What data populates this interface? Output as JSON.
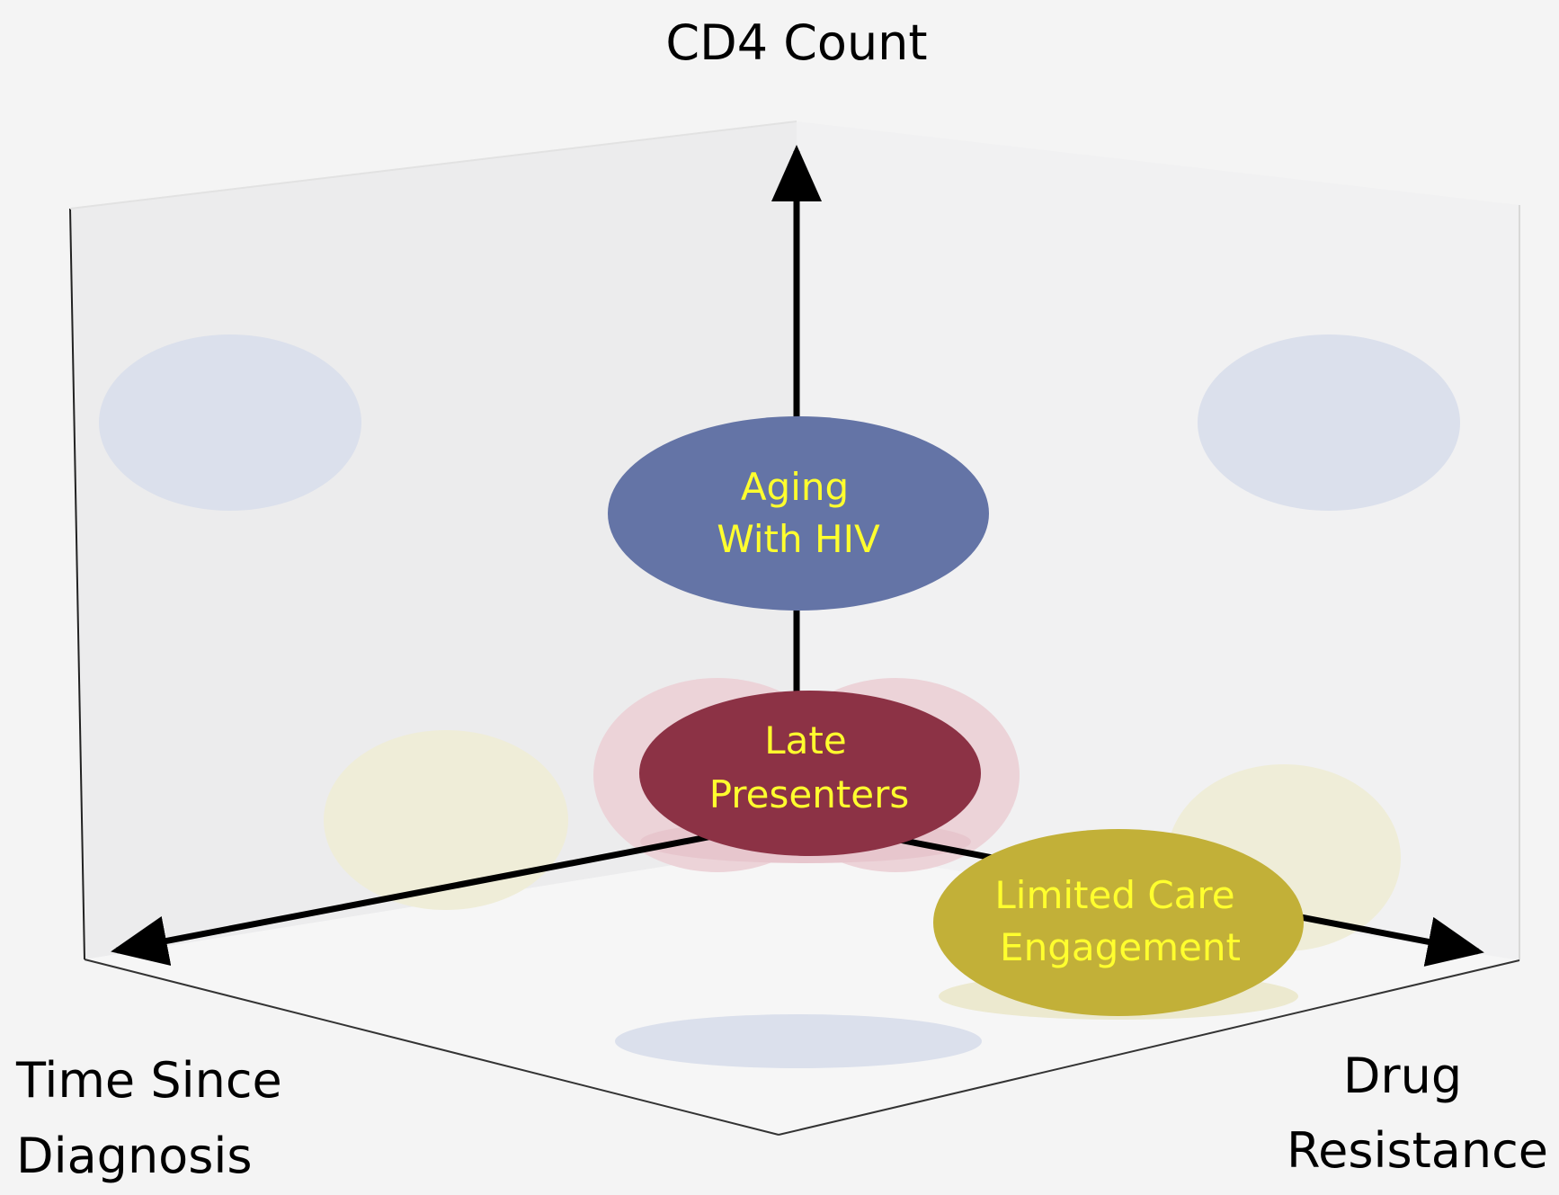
{
  "axes": {
    "vertical": "CD4 Count",
    "left_line1": "Time Since",
    "left_line2": "Diagnosis",
    "right_line1": "Drug",
    "right_line2": "Resistance"
  },
  "groups": {
    "aging": {
      "line1": "Aging",
      "line2": "With HIV",
      "color": "#6474a6"
    },
    "late": {
      "line1": "Late",
      "line2": "Presenters",
      "color": "#8c3245"
    },
    "limited": {
      "line1": "Limited Care",
      "line2": "Engagement",
      "color": "#c2b038"
    }
  },
  "colors": {
    "label_text": "#ffff2e",
    "background": "#f4f4f4",
    "shadow_blue": "#dbe0ec",
    "shadow_yellow": "#efedd8",
    "shadow_pink": "#ecd3d8"
  }
}
